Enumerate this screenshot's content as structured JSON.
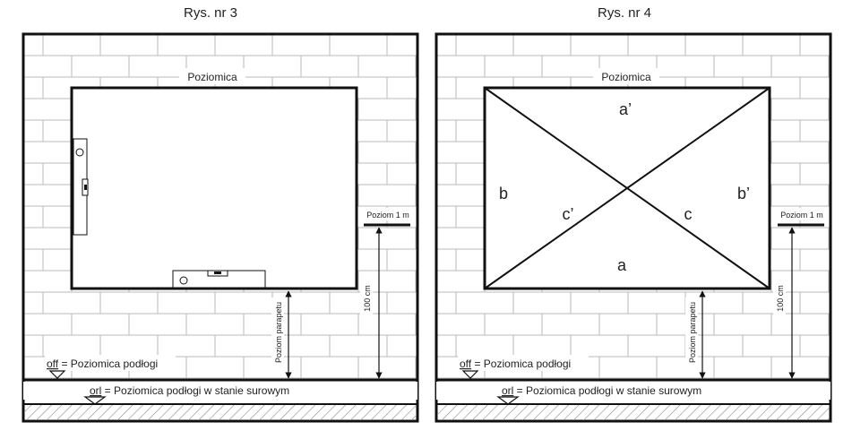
{
  "figures": [
    {
      "caption": "Rys. nr 3",
      "top_label": "Poziomica",
      "poziom_label": "Poziom 1 m",
      "dim_100": "100 cm",
      "parapet_label": "Poziom parapetu",
      "off_prefix": "off",
      "off_text": " = Poziomica podłogi",
      "orl_prefix": "orl",
      "orl_text": " = Poziomica podłogi w stanie surowym"
    },
    {
      "caption": "Rys. nr 4",
      "top_label": "Poziomica",
      "poziom_label": "Poziom 1 m",
      "dim_100": "100 cm",
      "parapet_label": "Poziom parapetu",
      "off_prefix": "off",
      "off_text": " = Poziomica podłogi",
      "orl_prefix": "orl",
      "orl_text": " = Poziomica podłogi w stanie surowym",
      "letters": {
        "a_top": "a’",
        "a_bottom": "a",
        "b_left": "b",
        "b_right": "b’",
        "c_left": "c’",
        "c_right": "c"
      }
    }
  ],
  "colors": {
    "line": "#111111",
    "brick": "#b9b9b9",
    "hatch": "#8a8a8a"
  }
}
